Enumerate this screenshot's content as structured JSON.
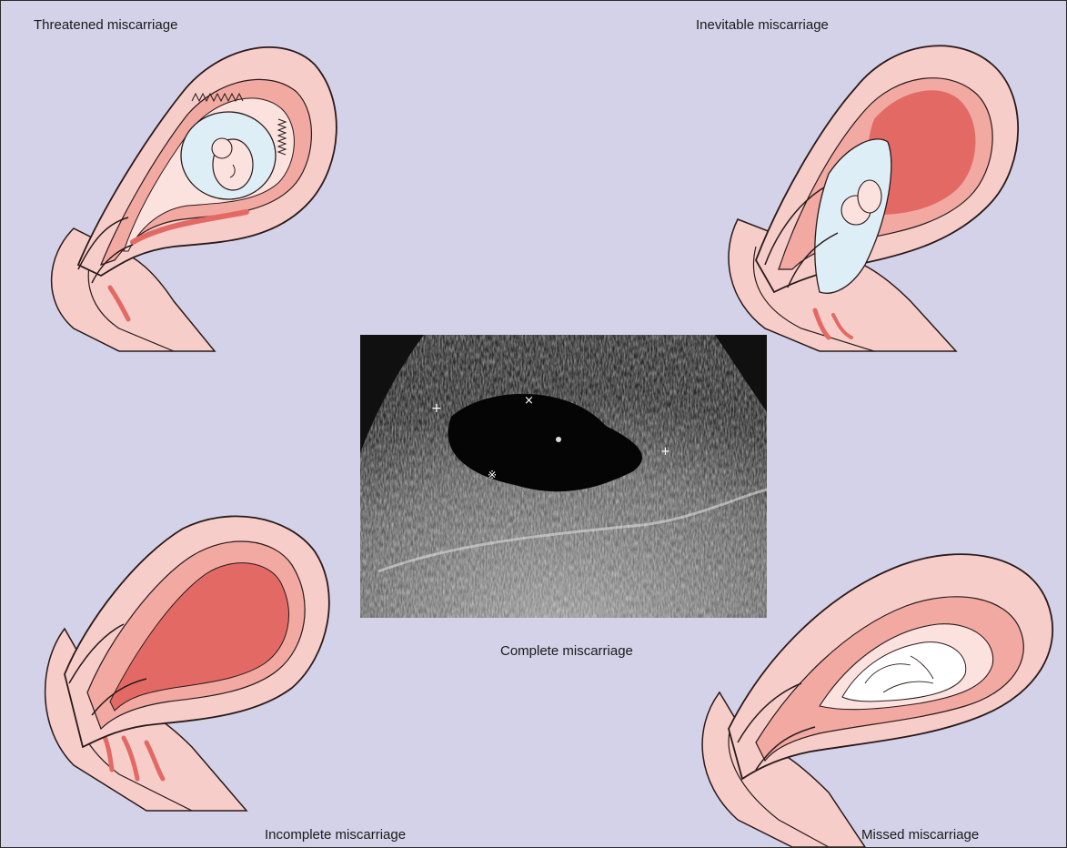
{
  "labels": {
    "threatened": "Threatened miscarriage",
    "inevitable": "Inevitable miscarriage",
    "complete": "Complete miscarriage",
    "incomplete": "Incomplete miscarriage",
    "missed": "Missed miscarriage"
  },
  "colors": {
    "background": "#d3d2e8",
    "uterus_outer": "#f6cdc9",
    "uterus_wall": "#f1a9a2",
    "blood": "#e36a64",
    "sac_fluid": "#ddeef6",
    "outline": "#2a1a1a"
  }
}
